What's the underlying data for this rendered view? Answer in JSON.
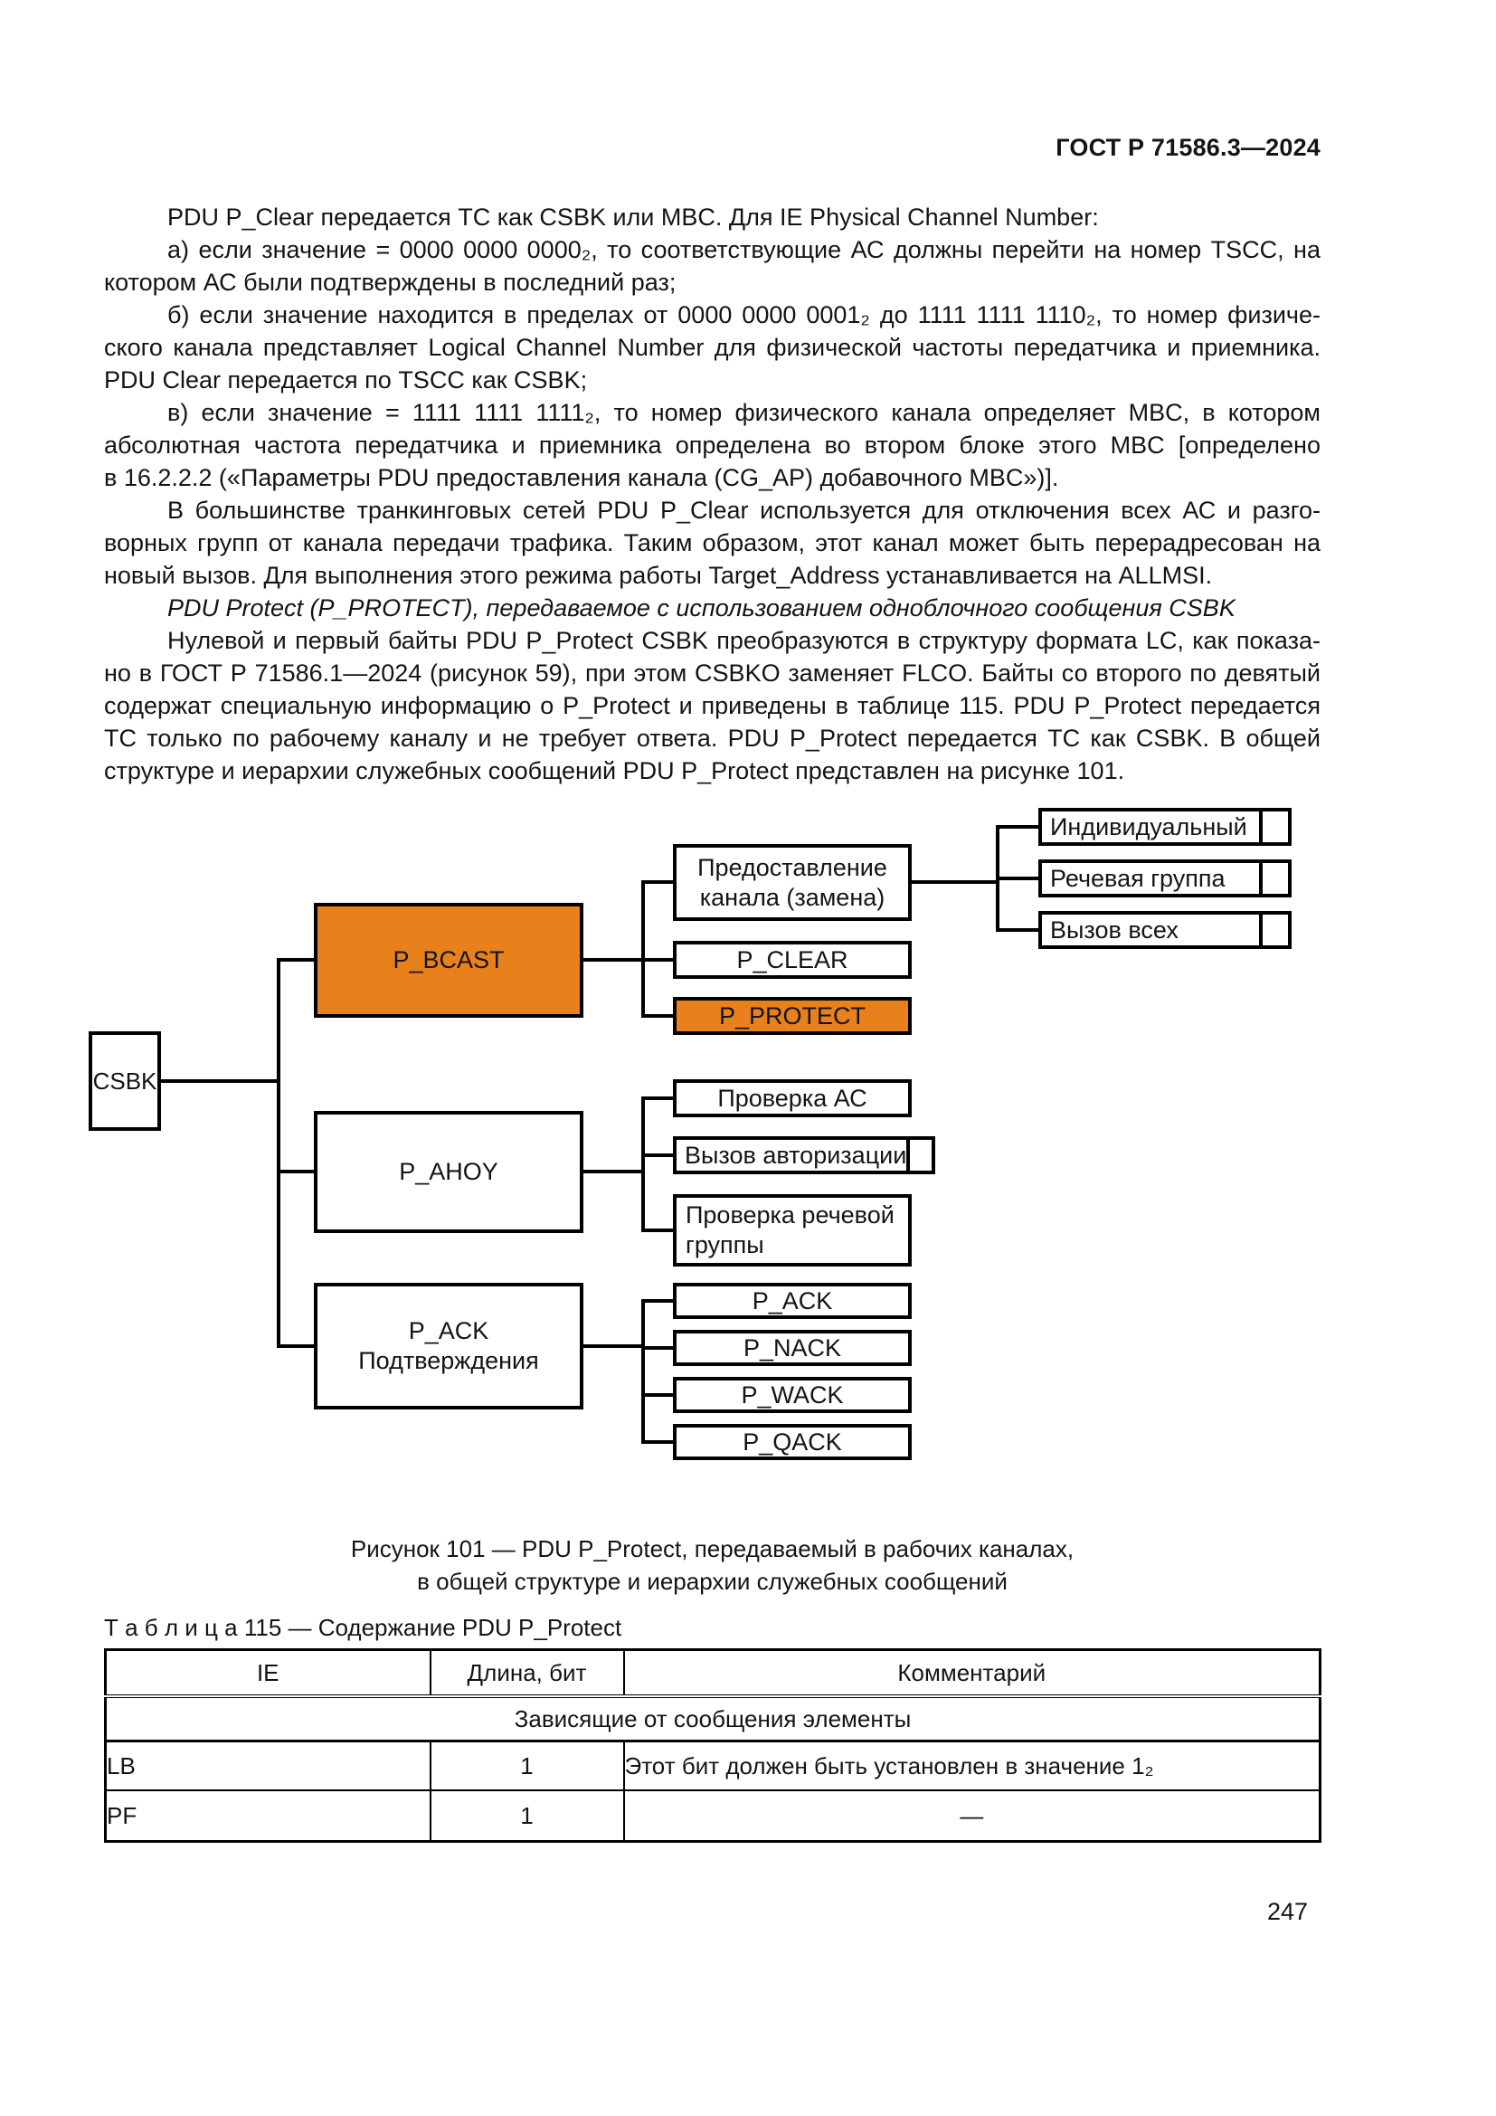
{
  "page": {
    "header": "ГОСТ Р 71586.3—2024",
    "number": "247"
  },
  "colors": {
    "accent_orange": "#E8811C"
  },
  "paragraphs": [
    {
      "lines": [
        "PDU P_Clear передается ТС как CSBK или MBC. Для IE Physical Channel Number:"
      ]
    },
    {
      "lines": [
        "а)  если значение = 0000 0000 0000₂, то соответствующие АС должны перейти на номер TSCC, на",
        "котором АС были подтверждены в последний раз;"
      ]
    },
    {
      "lines": [
        "б)  если значение находится в пределах от 0000 0000 0001₂ до 1111 1111 1110₂, то номер физиче-",
        "ского канала представляет Logical Channel Number для физической частоты передатчика и приемника.",
        "PDU Clear передается по TSCC как CSBK;"
      ]
    },
    {
      "lines": [
        "в)  если значение = 1111 1111 1111₂, то номер физического канала определяет MBC, в котором",
        "абсолютная частота передатчика и приемника определена во втором блоке этого MBC [определено",
        "в 16.2.2.2 («Параметры PDU предоставления канала (CG_AP) добавочного MBC»)]."
      ]
    },
    {
      "lines": [
        "В большинстве транкинговых сетей PDU P_Clear используется для отключения всех АС и разго-",
        "ворных групп от канала передачи трафика. Таким образом, этот канал может быть перерадресован на",
        "новый вызов. Для выполнения этого режима работы Target_Address устанавливается на ALLMSI."
      ]
    },
    {
      "lines": [
        "PDU Protect (P_PROTECT), передаваемое с использованием одноблочного сообщения CSBK"
      ]
    },
    {
      "lines": [
        "Нулевой и первый байты PDU P_Protect CSBK преобразуются в структуру формата LC, как показа-",
        "но в ГОСТ Р 71586.1—2024 (рисунок 59), при этом CSBKO заменяет FLCO. Байты со второго по девятый",
        "содержат специальную информацию о P_Protect и приведены в таблице 115. PDU P_Protect передается",
        "ТС только по рабочему каналу и не требует ответа. PDU P_Protect передается ТС как CSBK. В общей",
        "структуре и иерархии служебных сообщений PDU P_Protect представлен на рисунке 101."
      ]
    }
  ],
  "diagram": {
    "csbk": "CSBK",
    "p_bcast": "P_BCAST",
    "grant": {
      "line1": "Предоставление",
      "line2": "канала (замена)"
    },
    "p_clear": "P_CLEAR",
    "p_protect": "P_PROTECT",
    "individual": "Индивидуальный",
    "voice_group": "Речевая группа",
    "all_call": "Вызов всех",
    "p_ahoy": "P_AHOY",
    "check_ac": "Проверка АС",
    "auth_call": "Вызов авторизации",
    "check_vg": {
      "line1": "Проверка речевой",
      "line2": "группы"
    },
    "ack_parent": {
      "line1": "P_ACK",
      "line2": "Подтверждения"
    },
    "p_ack": "P_ACK",
    "p_nack": "P_NACK",
    "p_wack": "P_WACK",
    "p_qack": "P_QACK"
  },
  "figure_caption": {
    "line1": "Рисунок 101 — PDU P_Protect, передаваемый в рабочих каналах,",
    "line2": "в общей структуре и иерархии служебных сообщений"
  },
  "table": {
    "title": "Т а б л и ц а   115 — Содержание PDU P_Protect",
    "headers": [
      "IE",
      "Длина, бит",
      "Комментарий"
    ],
    "section_row": "Зависящие от сообщения элементы",
    "rows": [
      {
        "ie": "LB",
        "length": "1",
        "comment": "Этот бит должен быть установлен в значение 1₂"
      },
      {
        "ie": "PF",
        "length": "1",
        "comment": "—"
      }
    ]
  }
}
